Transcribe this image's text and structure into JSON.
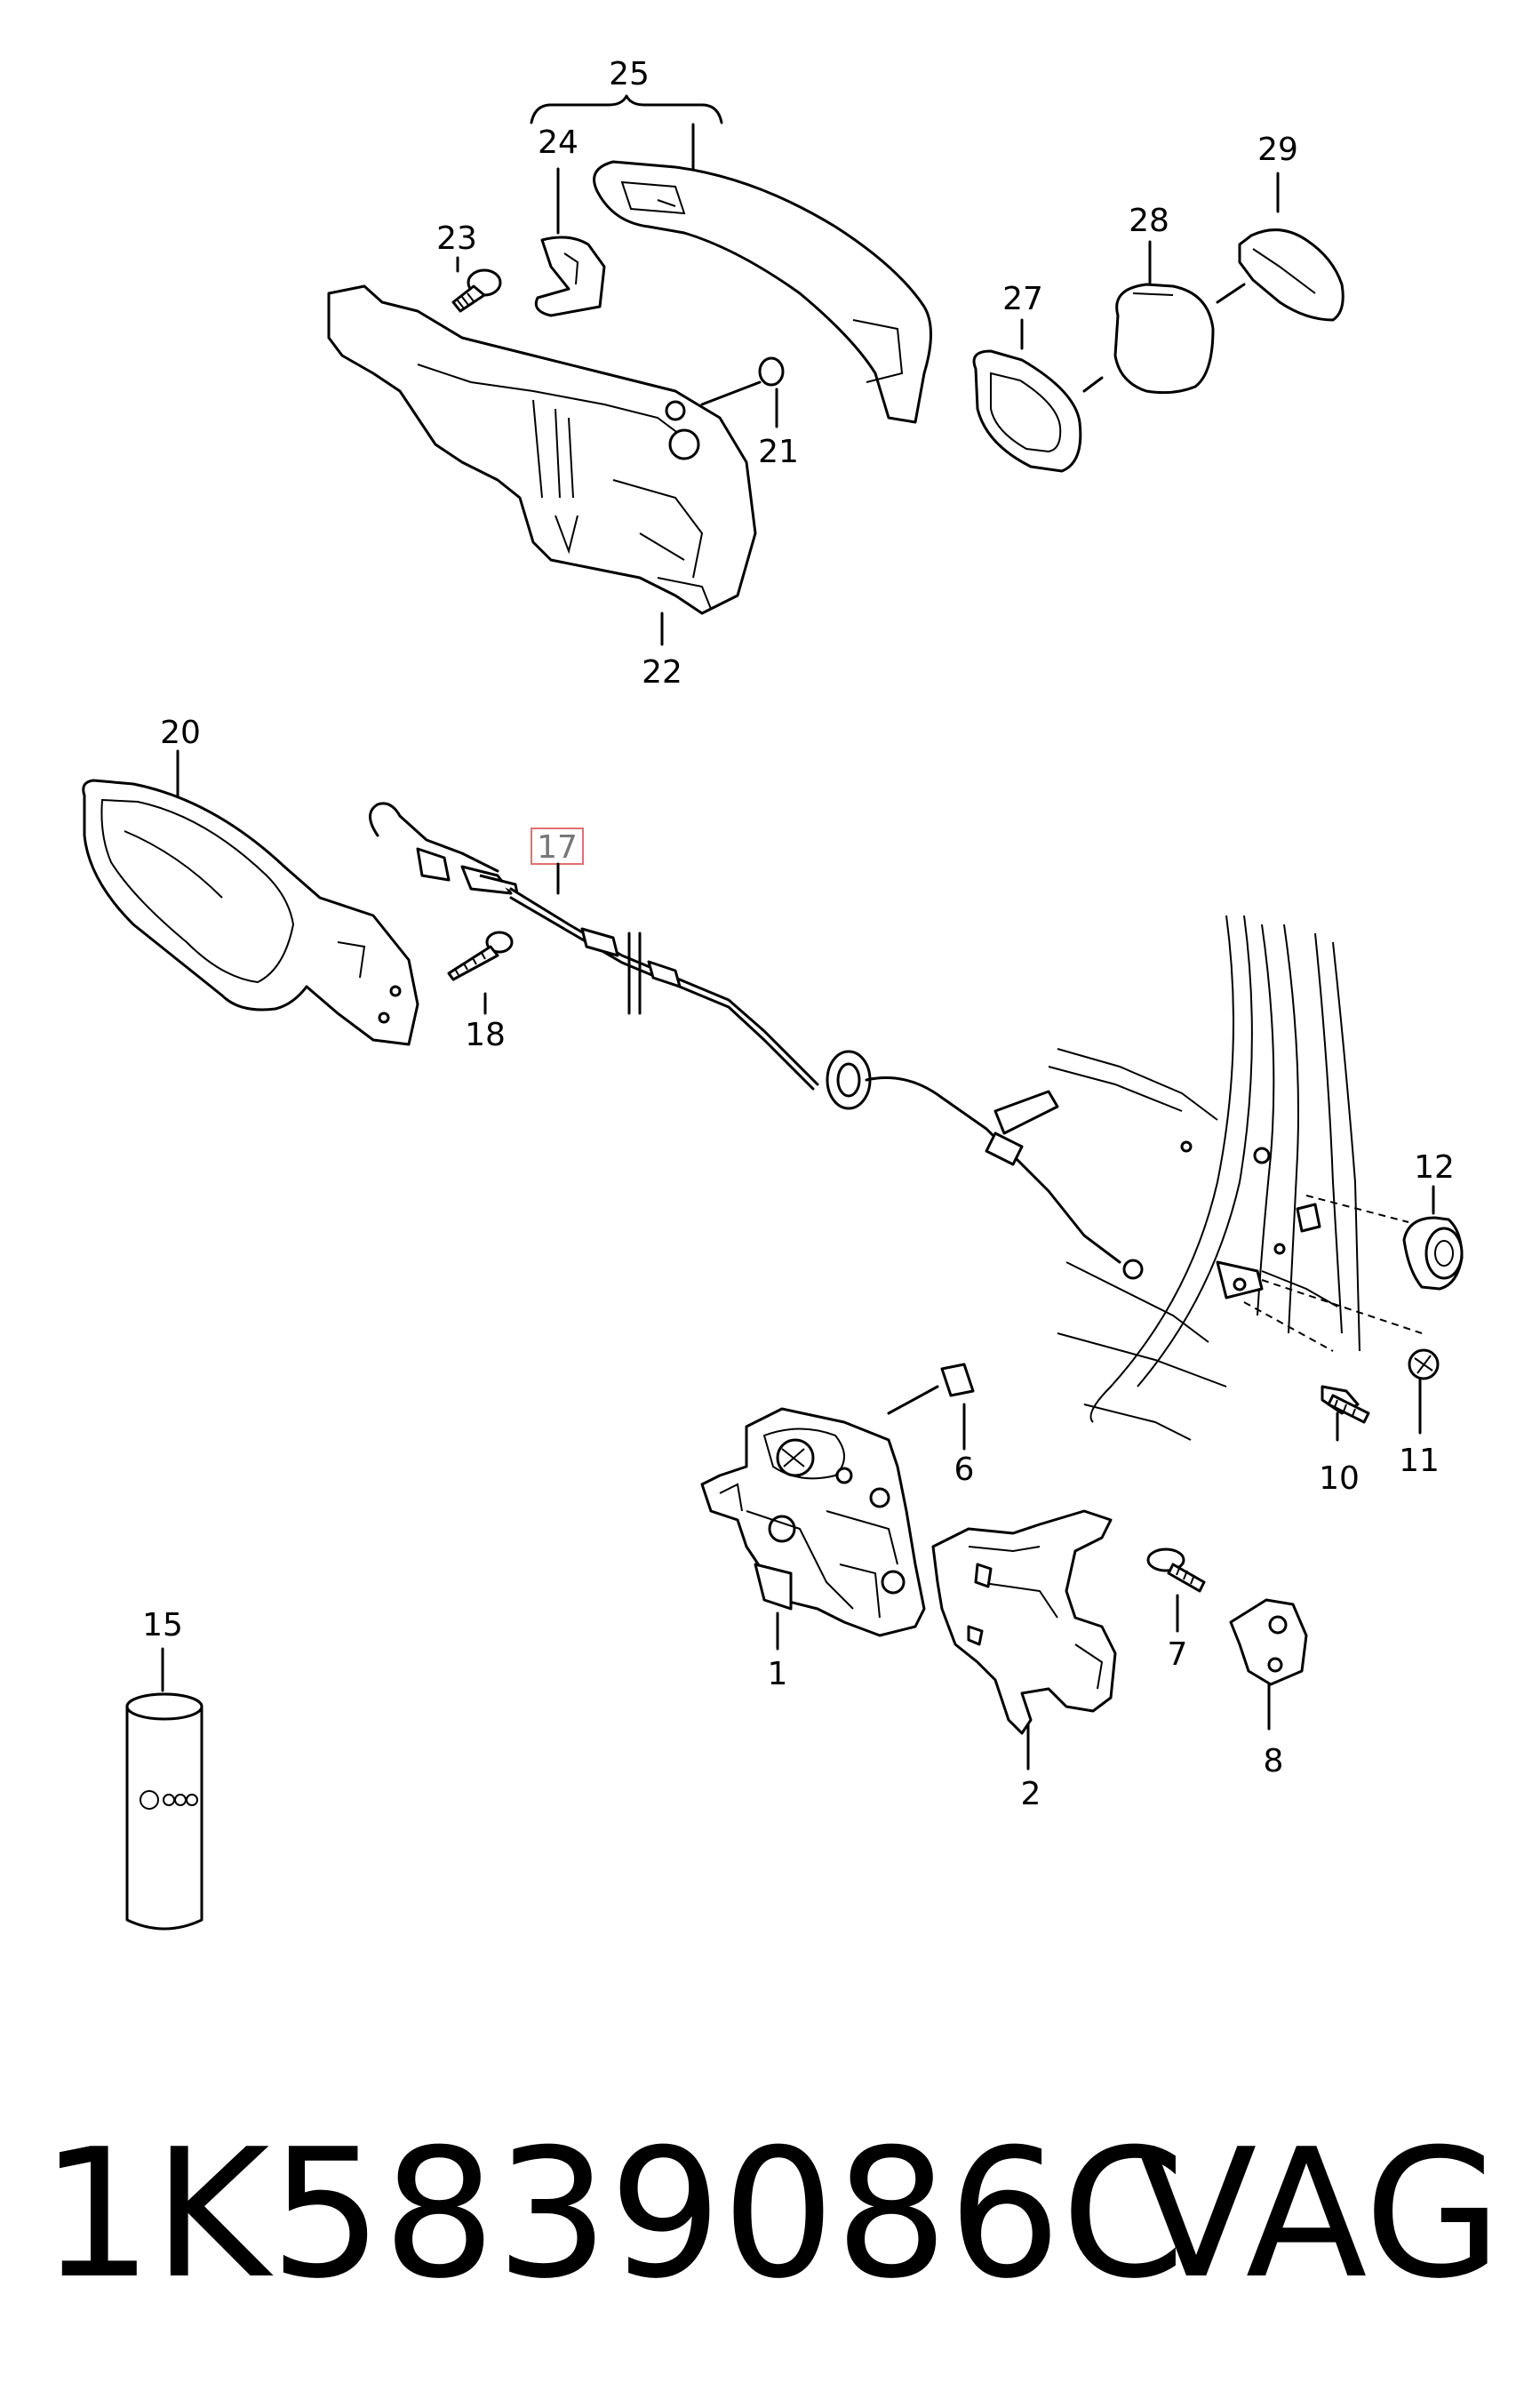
{
  "labels": {
    "p1": "1",
    "p2": "2",
    "p6": "6",
    "p7": "7",
    "p8": "8",
    "p10": "10",
    "p11": "11",
    "p12": "12",
    "p15": "15",
    "p17": "17",
    "p18": "18",
    "p20": "20",
    "p21": "21",
    "p22": "22",
    "p23": "23",
    "p24": "24",
    "p25": "25",
    "p27": "27",
    "p28": "28",
    "p29": "29"
  },
  "highlight": {
    "color": "#e07070"
  },
  "footer": {
    "part_number": "1K5839086C",
    "brand": "VAG"
  }
}
